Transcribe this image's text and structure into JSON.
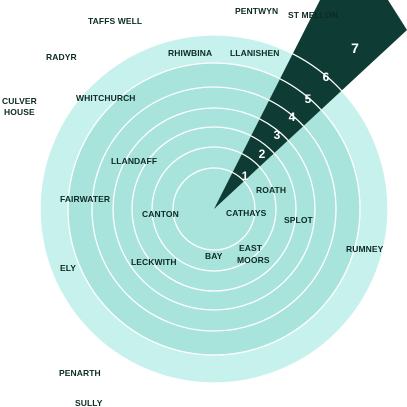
{
  "map": {
    "colors": {
      "outer_fill": "#c6f1ed",
      "inner_fill": "#a8e3dc",
      "ring_stroke": "#ffffff",
      "wedge_fill": "#0e3b33",
      "label_color": "#0d2a24",
      "number_color": "#ffffff"
    },
    "rings": [
      {
        "number": "1"
      },
      {
        "number": "2"
      },
      {
        "number": "3"
      },
      {
        "number": "4"
      },
      {
        "number": "5"
      },
      {
        "number": "6"
      },
      {
        "number": "7"
      }
    ],
    "places": {
      "pentwyn": "PENTWYN",
      "st_mellon": "ST MELLON",
      "taffs_well": "TAFFS WELL",
      "radyr": "RADYR",
      "rhiwbina": "RHIWBINA",
      "llanishen": "LLANISHEN",
      "culver": "CULVER",
      "house": "HOUSE",
      "whitchurch": "WHITCHURCH",
      "llandaff": "LLANDAFF",
      "roath": "ROATH",
      "fairwater": "FAIRWATER",
      "canton": "CANTON",
      "cathays": "CATHAYS",
      "splot": "SPLOT",
      "east": "EAST",
      "moors": "MOORS",
      "bay": "BAY",
      "leckwith": "LECKWITH",
      "rumney": "RUMNEY",
      "ely": "ELY",
      "penarth": "PENARTH",
      "sully": "SULLY"
    }
  }
}
